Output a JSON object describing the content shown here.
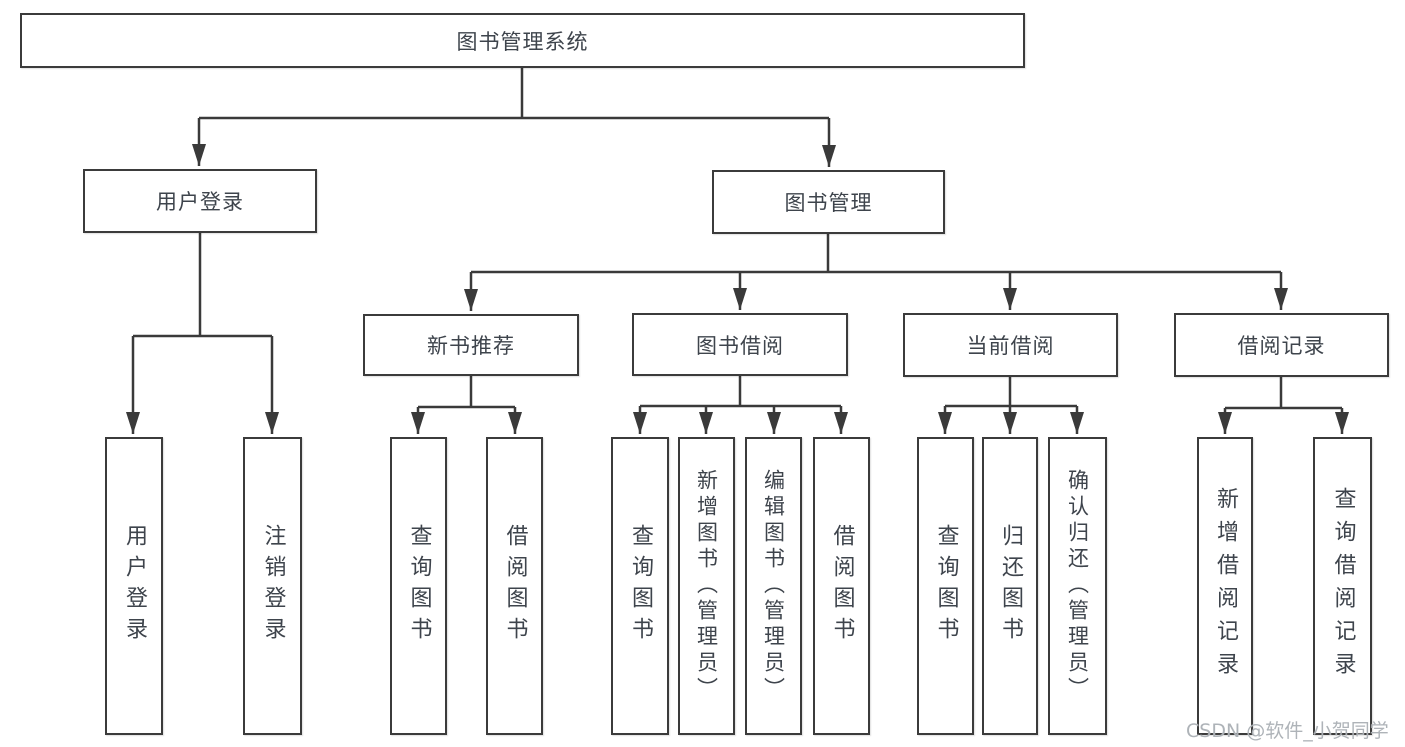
{
  "diagram_type": "hierarchy-tree",
  "colors": {
    "background": "#ffffff",
    "box_border": "#3b3b3b",
    "connector_line": "#3a3a3a",
    "text": "#3e444c",
    "watermark_text": "#aaafb4"
  },
  "tree": {
    "label": "图书管理系统",
    "children": [
      {
        "label": "用户登录",
        "children": [
          {
            "label": "用户登录"
          },
          {
            "label": "注销登录"
          }
        ]
      },
      {
        "label": "图书管理",
        "children": [
          {
            "label": "新书推荐",
            "children": [
              {
                "label": "查询图书"
              },
              {
                "label": "借阅图书"
              }
            ]
          },
          {
            "label": "图书借阅",
            "children": [
              {
                "label": "查询图书"
              },
              {
                "label": "新增图书（管理员）"
              },
              {
                "label": "编辑图书（管理员）"
              },
              {
                "label": "借阅图书"
              }
            ]
          },
          {
            "label": "当前借阅",
            "children": [
              {
                "label": "查询图书"
              },
              {
                "label": "归还图书"
              },
              {
                "label": "确认归还（管理员）"
              }
            ]
          },
          {
            "label": "借阅记录",
            "children": [
              {
                "label": "新增借阅记录"
              },
              {
                "label": "查询借阅记录"
              }
            ]
          }
        ]
      }
    ]
  },
  "watermark": "CSDN @软件_小贺同学"
}
